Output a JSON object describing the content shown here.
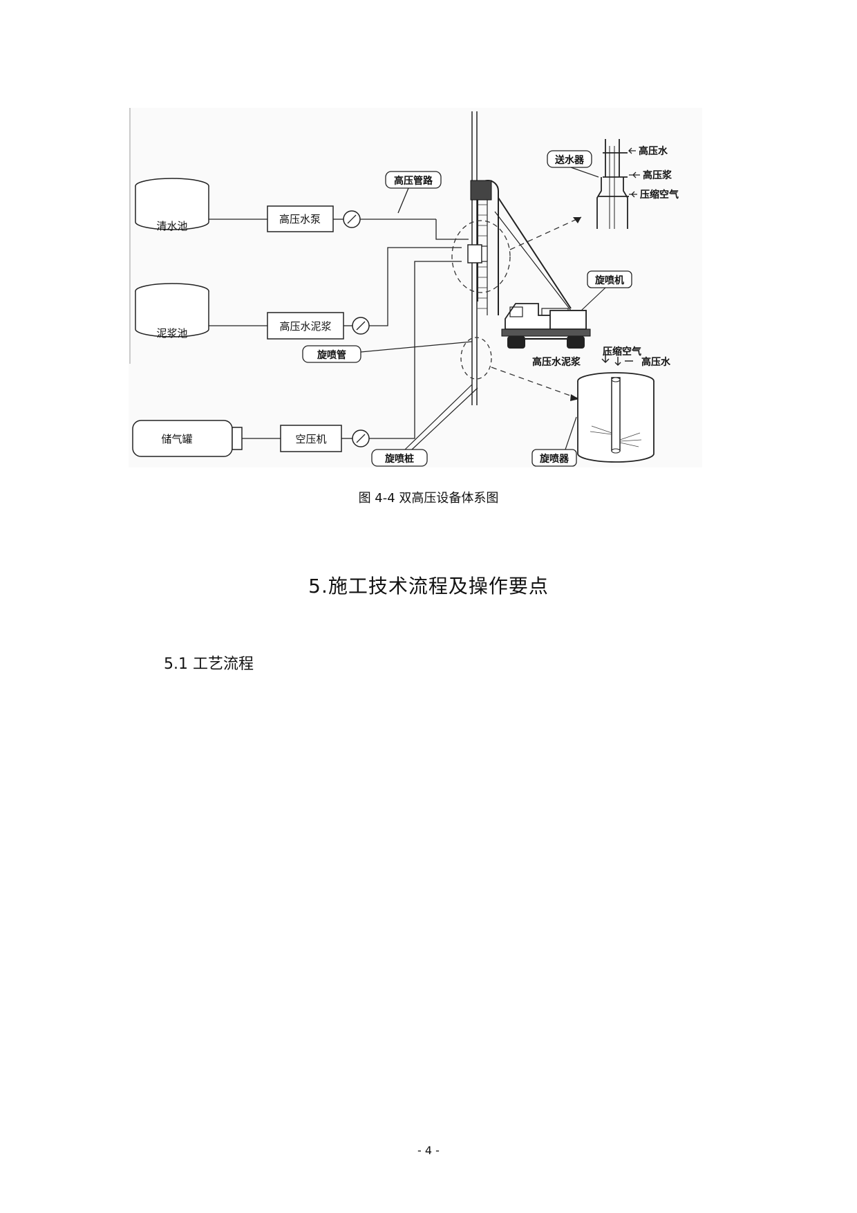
{
  "figure": {
    "labels": {
      "clear_water_tank": "清水池",
      "mud_tank": "泥浆池",
      "air_tank": "储气罐",
      "hp_water_pump": "高压水泵",
      "hp_cement_slurry": "高压水泥浆",
      "air_compressor": "空压机",
      "hp_pipeline": "高压管路",
      "jet_pipe": "旋喷管",
      "jet_pile": "旋喷桩",
      "water_feeder": "送水器",
      "hp_water": "高压水",
      "hp_slurry": "高压浆",
      "compressed_air": "压缩空气",
      "jet_machine": "旋喷机",
      "bottom_hp_cement_slurry": "高压水泥浆",
      "bottom_compressed_air": "压缩空气",
      "bottom_hp_water": "高压水",
      "jet_nozzle": "旋喷器"
    }
  },
  "caption": "图 4-4  双高压设备体系图",
  "section_title": "5.施工技术流程及操作要点",
  "subsection_title": "5.1 工艺流程",
  "page_number": "- 4 -"
}
